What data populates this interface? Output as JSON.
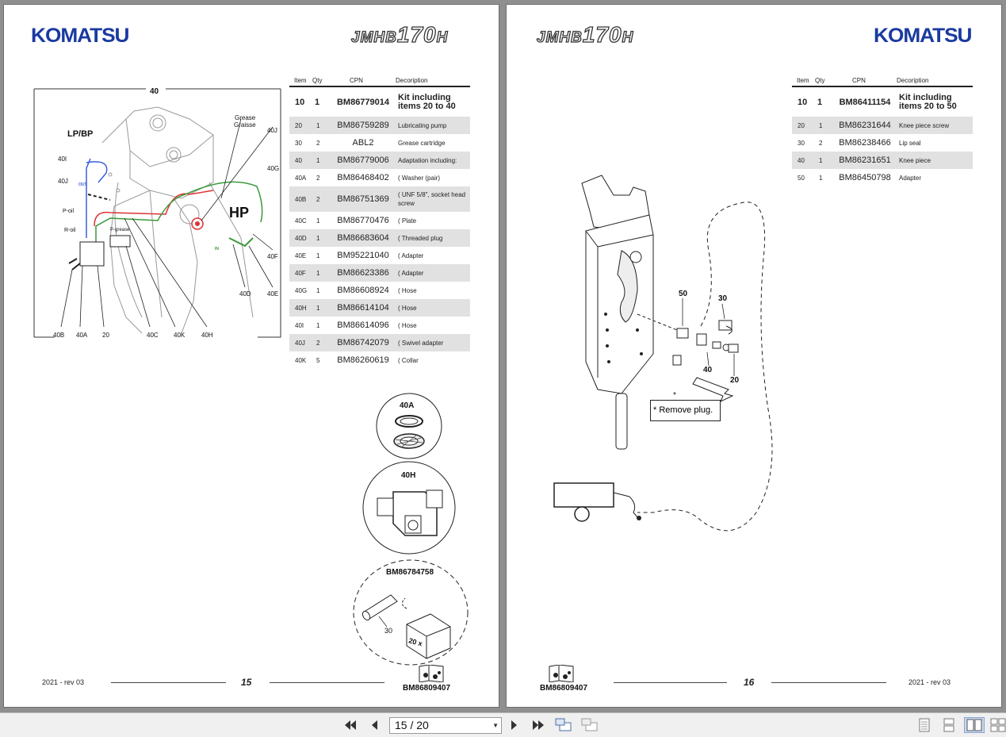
{
  "left_page": {
    "logo": "KOMATSU",
    "model": {
      "prefix": "JMHB",
      "number": "170",
      "suffix": "H"
    },
    "diagram": {
      "number": "40",
      "labels": [
        "LP/BP",
        "HP",
        "Grease",
        "Graisse",
        "P-oil",
        "R-oil",
        "P-grease",
        "OUT",
        "IN",
        "40I",
        "40J",
        "40J",
        "40G",
        "40F",
        "40E",
        "40D",
        "40B",
        "40A",
        "20",
        "40C",
        "40K",
        "40H"
      ]
    },
    "table": {
      "headers": [
        "Item",
        "Qty",
        "CPN",
        "Decoription"
      ],
      "rows": [
        {
          "item": "10",
          "qty": "1",
          "cpn": "BM86779014",
          "desc": "Kit including items 20 to 40"
        },
        {
          "item": "20",
          "qty": "1",
          "cpn": "BM86759289",
          "desc": "Lubricating pump"
        },
        {
          "item": "30",
          "qty": "2",
          "cpn": "ABL2",
          "desc": "Grease  cartridge"
        },
        {
          "item": "40",
          "qty": "1",
          "cpn": "BM86779006",
          "desc": "Adaptation including:"
        },
        {
          "item": "40A",
          "qty": "2",
          "cpn": "BM86468402",
          "desc": "( Washer (pair)"
        },
        {
          "item": "40B",
          "qty": "2",
          "cpn": "BM86751369",
          "desc": "( UNF 5/8\", socket head screw"
        },
        {
          "item": "40C",
          "qty": "1",
          "cpn": "BM86770476",
          "desc": "( Plate"
        },
        {
          "item": "40D",
          "qty": "1",
          "cpn": "BM86683604",
          "desc": "( Threaded plug"
        },
        {
          "item": "40E",
          "qty": "1",
          "cpn": "BM95221040",
          "desc": "( Adapter"
        },
        {
          "item": "40F",
          "qty": "1",
          "cpn": "BM86623386",
          "desc": "( Adapter"
        },
        {
          "item": "40G",
          "qty": "1",
          "cpn": "BM86608924",
          "desc": "( Hose"
        },
        {
          "item": "40H",
          "qty": "1",
          "cpn": "BM86614104",
          "desc": "( Hose"
        },
        {
          "item": "40I",
          "qty": "1",
          "cpn": "BM86614096",
          "desc": "( Hose"
        },
        {
          "item": "40J",
          "qty": "2",
          "cpn": "BM86742079",
          "desc": "( Swivel adapter"
        },
        {
          "item": "40K",
          "qty": "5",
          "cpn": "BM86260619",
          "desc": "( Collar"
        }
      ]
    },
    "details": {
      "washer_label": "40A",
      "fitting_label": "40H",
      "kit_cpn": "BM86784758",
      "cartridge_label": "30",
      "box_label": "20 x"
    },
    "footer": {
      "date": "2021 -  rev 03",
      "page": "15",
      "cpn": "BM86809407"
    }
  },
  "right_page": {
    "logo": "KOMATSU",
    "model": {
      "prefix": "JMHB",
      "number": "170",
      "suffix": "H"
    },
    "table": {
      "headers": [
        "Item",
        "Qty",
        "CPN",
        "Decoription"
      ],
      "rows": [
        {
          "item": "10",
          "qty": "1",
          "cpn": "BM86411154",
          "desc": "Kit including items 20 to 50"
        },
        {
          "item": "20",
          "qty": "1",
          "cpn": "BM86231644",
          "desc": "Knee piece screw"
        },
        {
          "item": "30",
          "qty": "2",
          "cpn": "BM86238466",
          "desc": "Lip seal"
        },
        {
          "item": "40",
          "qty": "1",
          "cpn": "BM86231651",
          "desc": "Knee  piece"
        },
        {
          "item": "50",
          "qty": "1",
          "cpn": "BM86450798",
          "desc": "Adapter"
        }
      ]
    },
    "diagram": {
      "labels": [
        "50",
        "30",
        "40",
        "20",
        "*"
      ],
      "note": "* Remove plug."
    },
    "footer": {
      "date": "2021 -  rev 03",
      "page": "16",
      "cpn": "BM86809407"
    }
  },
  "toolbar": {
    "page_value": "15 / 20",
    "icons": [
      "first-page-icon",
      "prev-page-icon",
      "next-page-icon",
      "last-page-icon",
      "rotate-icon",
      "rotate-back-icon",
      "single-page-icon",
      "continuous-icon",
      "two-page-icon",
      "two-page-continuous-icon"
    ]
  }
}
